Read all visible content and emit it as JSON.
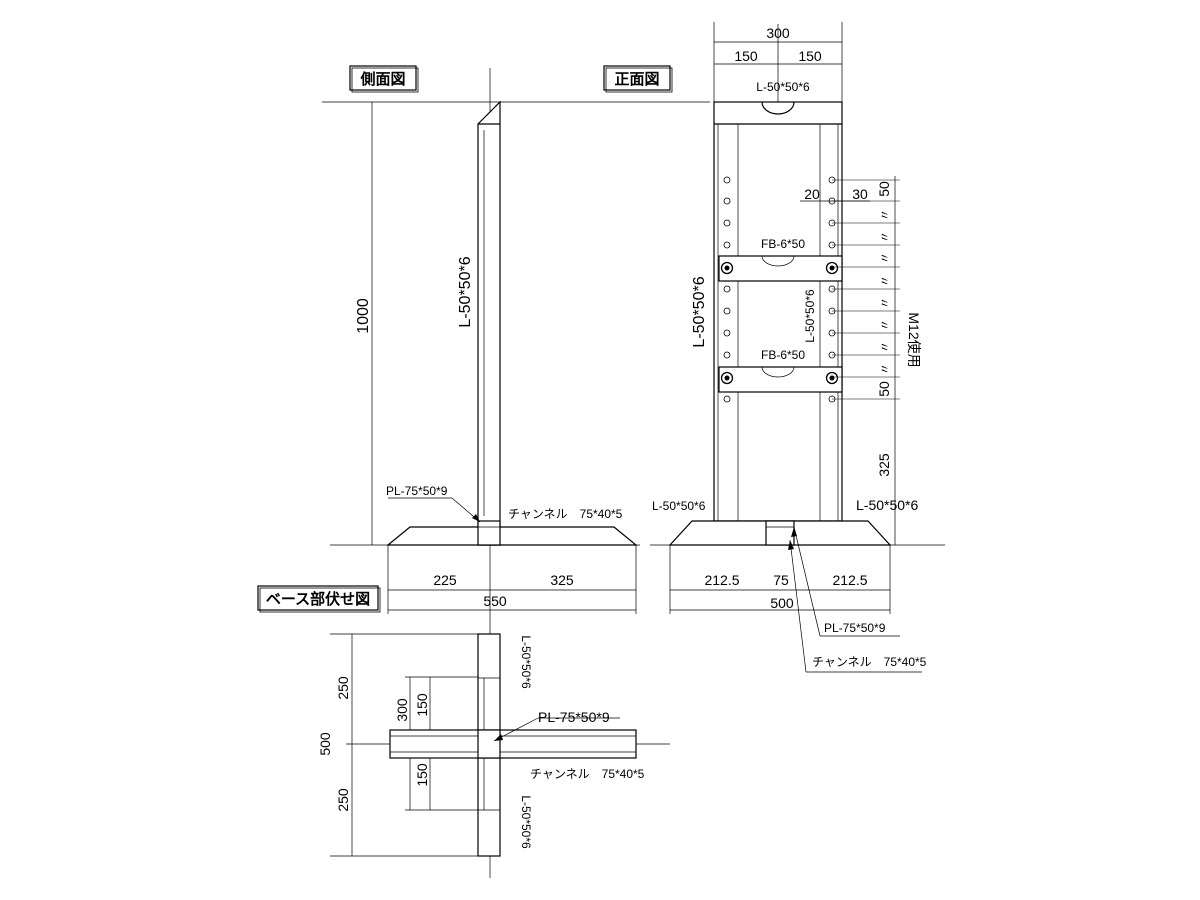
{
  "titles": {
    "side": "側面図",
    "front": "正面図",
    "base": "ベース部伏せ図"
  },
  "side_view": {
    "height": "1000",
    "post": "L-50*50*6",
    "plate": "PL-75*50*9",
    "channel": "チャンネル　75*40*5",
    "dim_left": "225",
    "dim_right": "325",
    "dim_total": "550"
  },
  "front_view": {
    "width_total": "300",
    "width_left": "150",
    "width_right": "150",
    "top_angle": "L-50*50*6",
    "post_left": "L-50*50*6",
    "post_inner": "L-50*50*6",
    "fb_upper": "FB-6*50",
    "fb_lower": "FB-6*50",
    "hole_x1": "20",
    "hole_x2": "30",
    "pitch_top": "50",
    "ditto": "〃",
    "pitch_bottom": "50",
    "bolt": "M12使用",
    "bottom_height": "325",
    "base_left_angle": "L-50*50*6",
    "base_right_angle": "L-50*50*6",
    "base_left": "212.5",
    "base_mid": "75",
    "base_right": "212.5",
    "base_total": "500",
    "plate": "PL-75*50*9",
    "channel": "チャンネル　75*40*5"
  },
  "base_view": {
    "total": "500",
    "upper": "250",
    "lower": "250",
    "gap": "300",
    "half_upper": "150",
    "half_lower": "150",
    "angle_upper": "L-50*50*6",
    "angle_lower": "L-50*50*6",
    "plate": "PL-75*50*9",
    "channel": "チャンネル　75*40*5"
  }
}
